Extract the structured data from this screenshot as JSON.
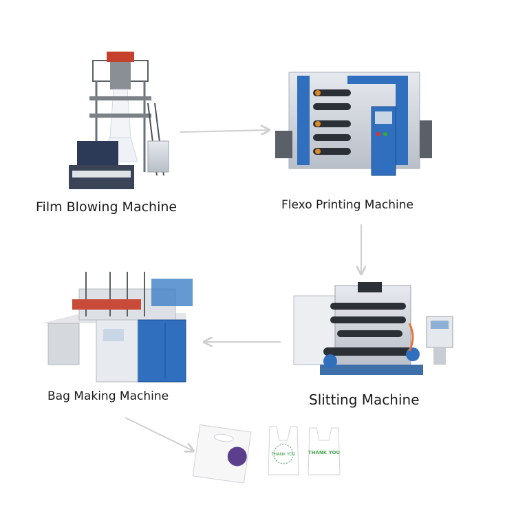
{
  "diagram": {
    "machines": [
      {
        "id": "film",
        "label": "Film Blowing Machine"
      },
      {
        "id": "flexo",
        "label": "Flexo Printing Machine"
      },
      {
        "id": "slitting",
        "label": "Slitting Machine"
      },
      {
        "id": "bag",
        "label": "Bag Making Machine"
      }
    ],
    "products": {
      "bag_text_1": "THANK YOU",
      "bag_text_2": "THANK YOU"
    },
    "colors": {
      "arrow": "#cfcfcf",
      "machine_blue": "#2f6fbd",
      "machine_frame": "#c9ced6",
      "dark": "#2b2f36"
    }
  }
}
